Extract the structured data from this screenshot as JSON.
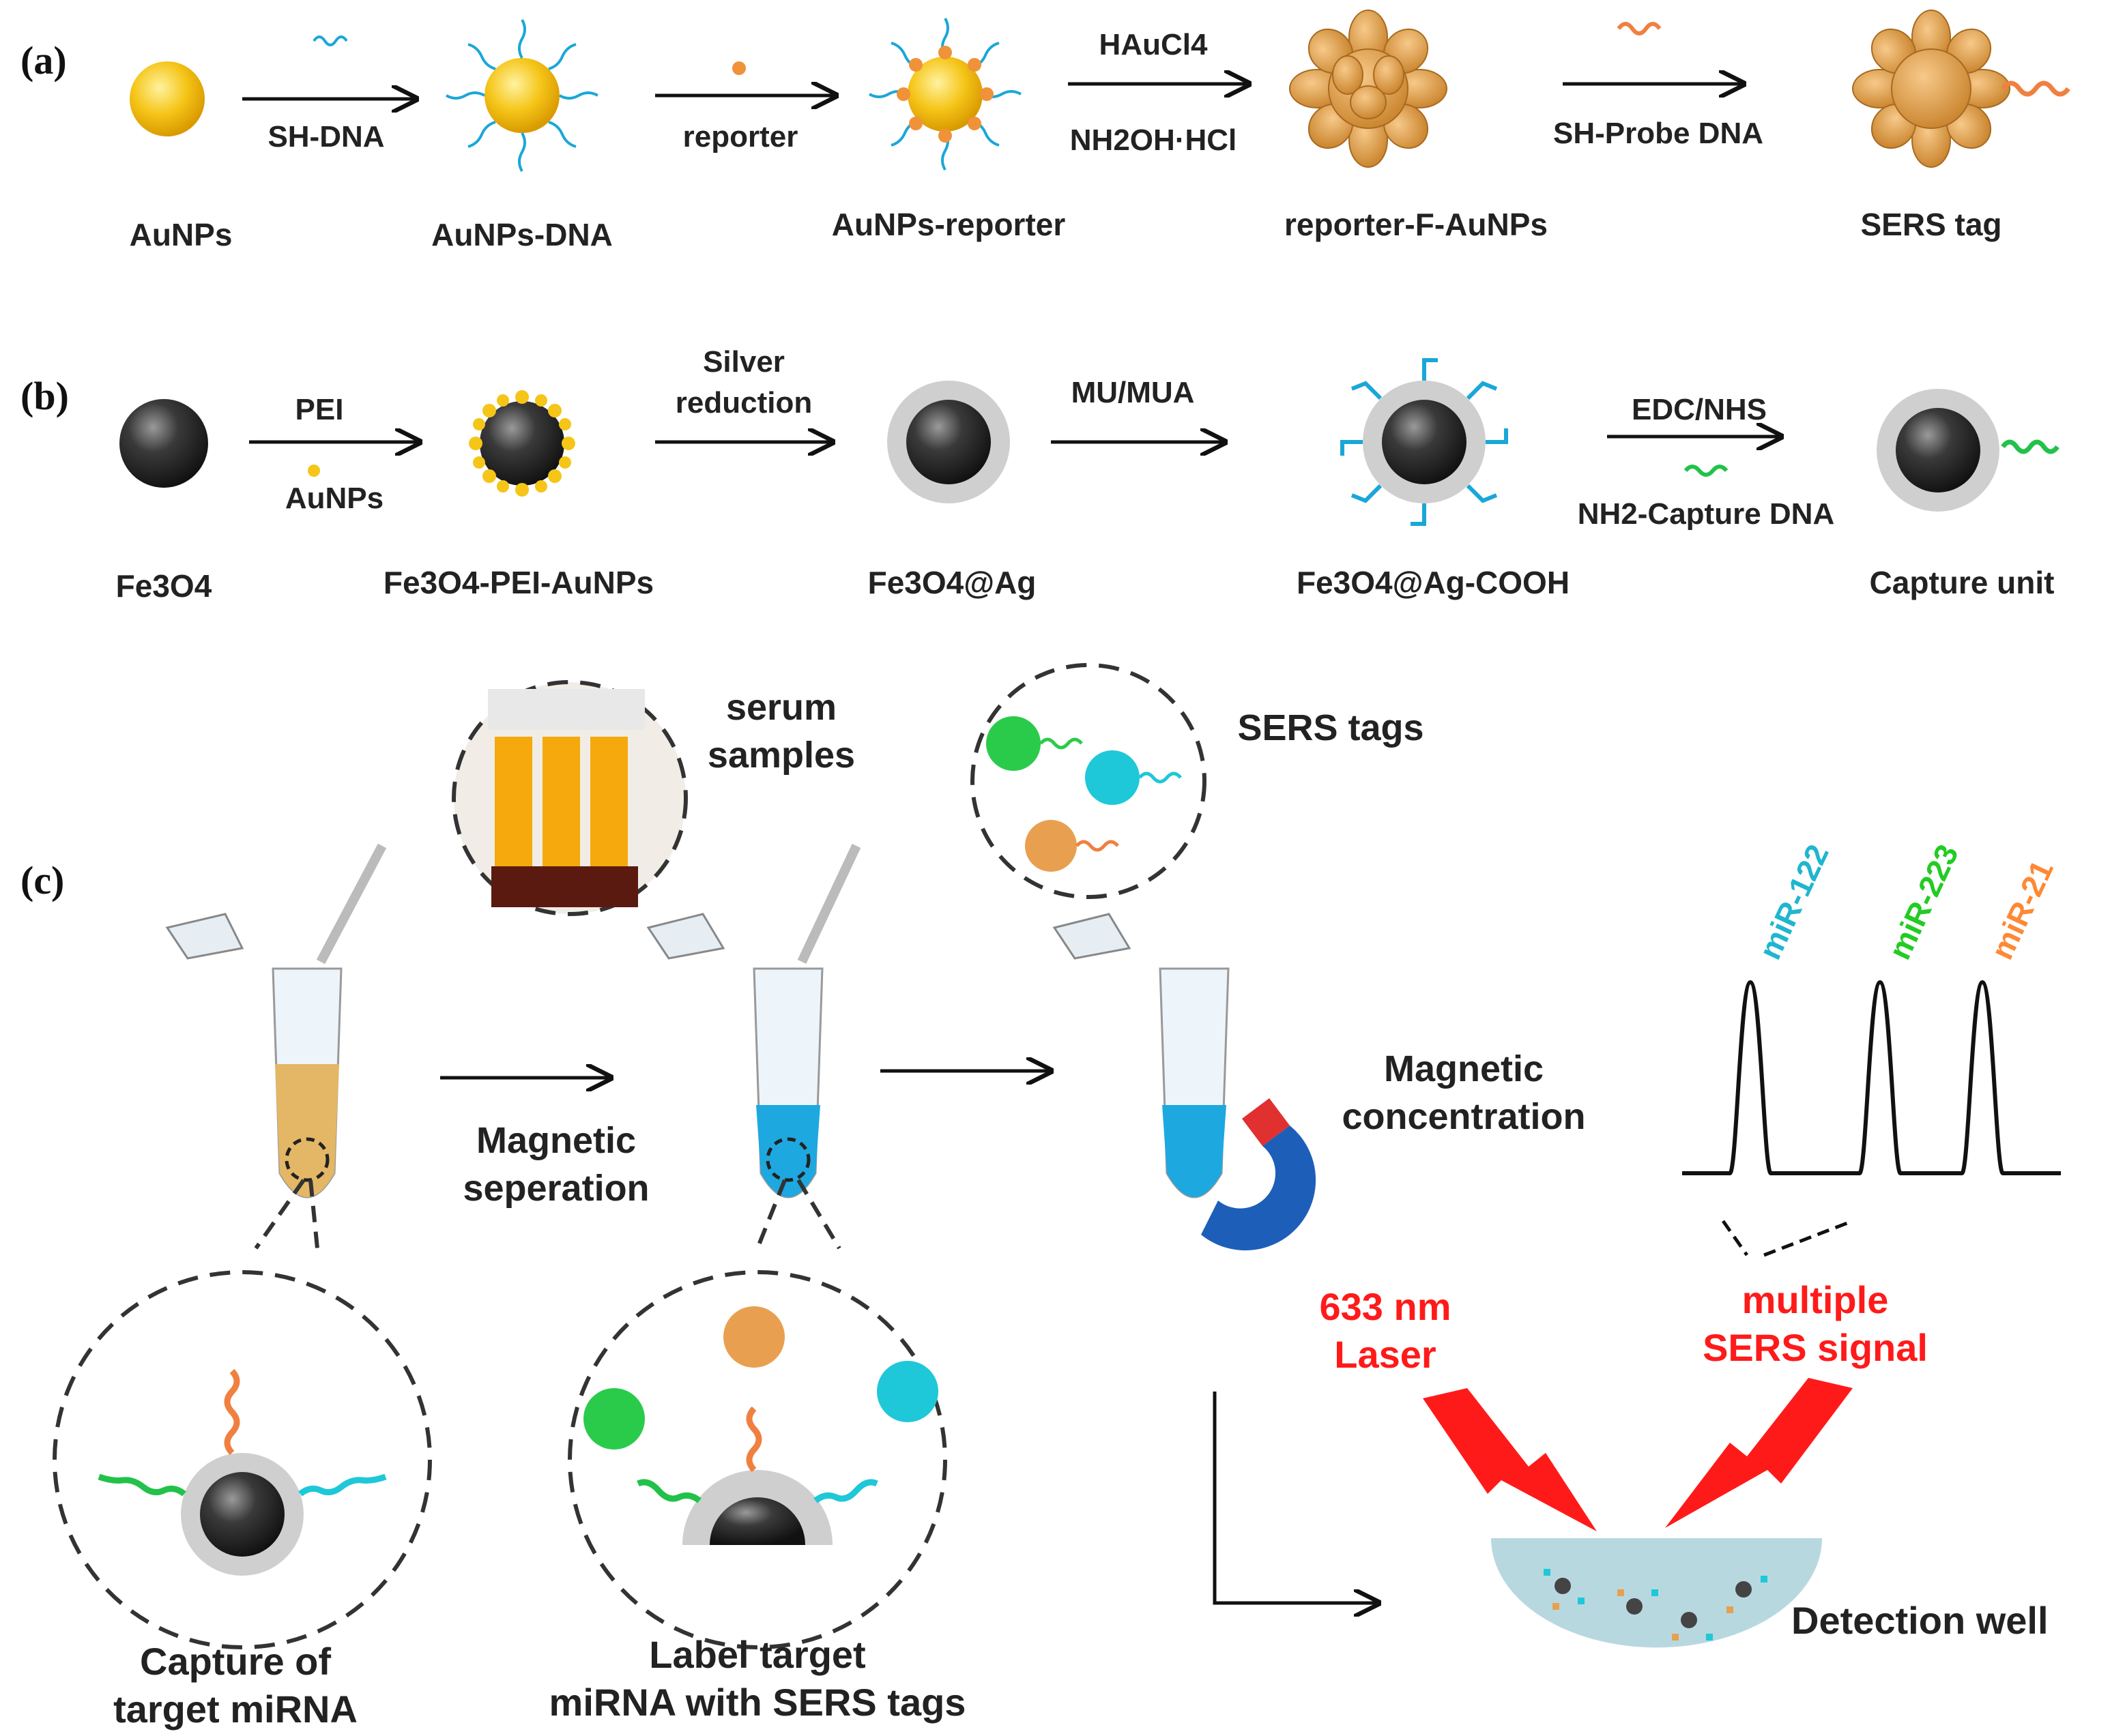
{
  "panel_a": {
    "tag": "(a)",
    "steps": [
      {
        "label": "AuNPs"
      },
      {
        "label": "AuNPs-DNA"
      },
      {
        "label": "AuNPs-reporter"
      },
      {
        "label": "reporter-F-AuNPs"
      },
      {
        "label": "SERS tag"
      }
    ],
    "arrows": [
      {
        "top": "",
        "bottom": "SH-DNA"
      },
      {
        "top": "",
        "bottom": "reporter"
      },
      {
        "top": "HAuCl4",
        "bottom": "NH2OH·HCl"
      },
      {
        "top": "",
        "bottom": "SH-Probe DNA"
      }
    ]
  },
  "panel_b": {
    "tag": "(b)",
    "steps": [
      {
        "label": "Fe3O4"
      },
      {
        "label": "Fe3O4-PEI-AuNPs"
      },
      {
        "label": "Fe3O4@Ag"
      },
      {
        "label": "Fe3O4@Ag-COOH"
      },
      {
        "label": "Capture unit"
      }
    ],
    "arrows": [
      {
        "top": "PEI",
        "bottom": "AuNPs"
      },
      {
        "top": "Silver",
        "top2": "reduction"
      },
      {
        "top": "MU/MUA"
      },
      {
        "top": "EDC/NHS",
        "bottom": "NH2-Capture DNA"
      }
    ]
  },
  "panel_c": {
    "tag": "(c)",
    "serum_label": [
      "serum",
      "samples"
    ],
    "tags_label": "SERS tags",
    "step1_label": [
      "Magnetic",
      "seperation"
    ],
    "step2_label": [
      "Magnetic",
      "concentration"
    ],
    "bottom_left_label": [
      "Capture of",
      "target miRNA"
    ],
    "bottom_mid_label": [
      "Label target",
      "miRNA with SERS tags"
    ],
    "laser_label": [
      "633 nm",
      "Laser"
    ],
    "signal_label": [
      "multiple",
      "SERS signal"
    ],
    "well_label": "Detection well",
    "peaks": [
      {
        "name": "miR-122",
        "color": "#1fb6cf"
      },
      {
        "name": "miR-223",
        "color": "#22cc22"
      },
      {
        "name": "miR-21",
        "color": "#ff8833"
      }
    ]
  },
  "colors": {
    "gold": "#f5c518",
    "tag_orange": "#e8a050",
    "dna_blue": "#1aa7d8",
    "dna_green": "#22c24a",
    "dna_orange": "#f08040",
    "laser_red": "#ff1a1a",
    "well_blue": "#b8d8e0"
  }
}
